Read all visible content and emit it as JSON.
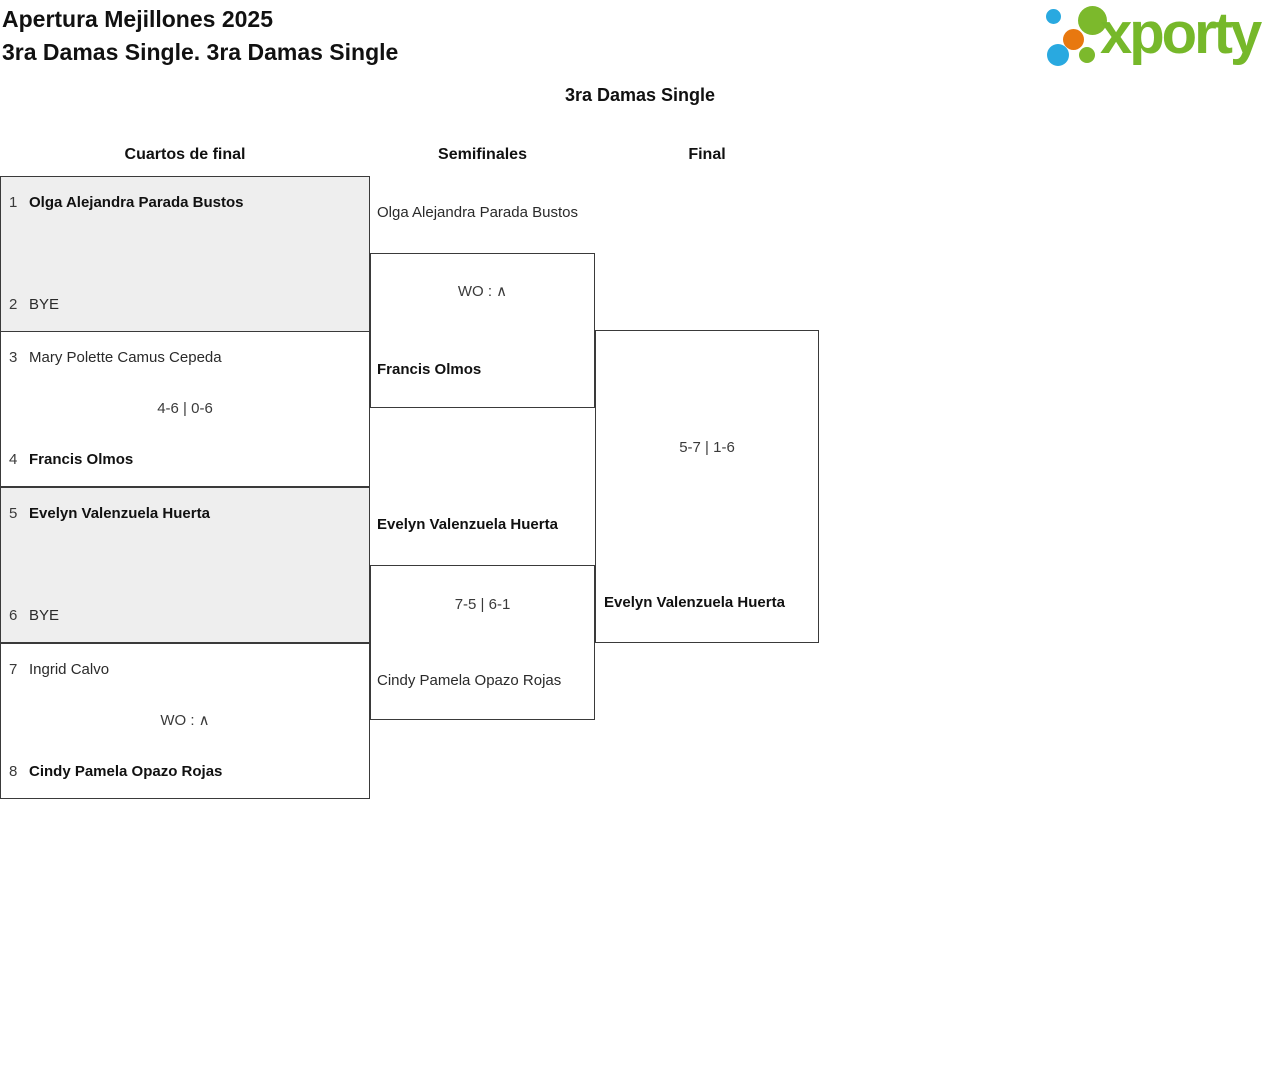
{
  "header": {
    "title": "Apertura Mejillones 2025",
    "subtitle": "3ra Damas Single. 3ra Damas Single"
  },
  "logo": {
    "brand": "xporty",
    "colors": {
      "green": "#76b82a",
      "blue": "#29a9e0",
      "orange": "#e8780f"
    }
  },
  "bracket": {
    "title": "3ra Damas Single",
    "rounds": [
      {
        "label": "Cuartos de final"
      },
      {
        "label": "Semifinales"
      },
      {
        "label": "Final"
      }
    ],
    "quarterfinals": [
      {
        "seed1": "1",
        "player1": "Olga Alejandra Parada Bustos",
        "seed2": "2",
        "player2": "BYE",
        "score": "",
        "winner": "player1"
      },
      {
        "seed1": "3",
        "player1": "Mary Polette Camus Cepeda",
        "seed2": "4",
        "player2": "Francis Olmos",
        "score": "4-6 | 0-6",
        "winner": "player2"
      },
      {
        "seed1": "5",
        "player1": "Evelyn Valenzuela Huerta",
        "seed2": "6",
        "player2": "BYE",
        "score": "",
        "winner": "player1"
      },
      {
        "seed1": "7",
        "player1": "Ingrid Calvo",
        "seed2": "8",
        "player2": "Cindy Pamela Opazo Rojas",
        "score": "WO : ∧",
        "winner": "player2"
      }
    ],
    "semifinals": [
      {
        "player1": "Olga Alejandra Parada Bustos",
        "player2": "Francis Olmos",
        "score": "WO : ∧",
        "winner": "player2"
      },
      {
        "player1": "Evelyn Valenzuela Huerta",
        "player2": "Cindy Pamela Opazo Rojas",
        "score": "7-5 | 6-1",
        "winner": "player1"
      }
    ],
    "final": {
      "player1": "",
      "player2": "Evelyn Valenzuela Huerta",
      "score": "5-7 | 1-6",
      "winner": "player2"
    }
  }
}
